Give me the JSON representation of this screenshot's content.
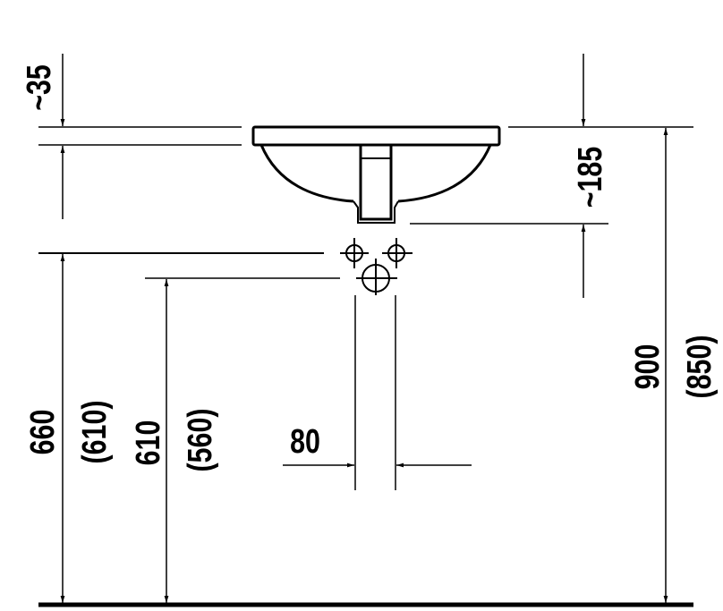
{
  "dimensions": {
    "rim_height": "~35",
    "basin_depth": "~185",
    "supply_height": "660",
    "supply_height_alt": "(610)",
    "waste_height": "610",
    "waste_height_alt": "(560)",
    "waste_spacing": "80",
    "total_height": "900",
    "total_height_alt": "(850)"
  },
  "colors": {
    "line": "#000000",
    "background": "#ffffff"
  }
}
